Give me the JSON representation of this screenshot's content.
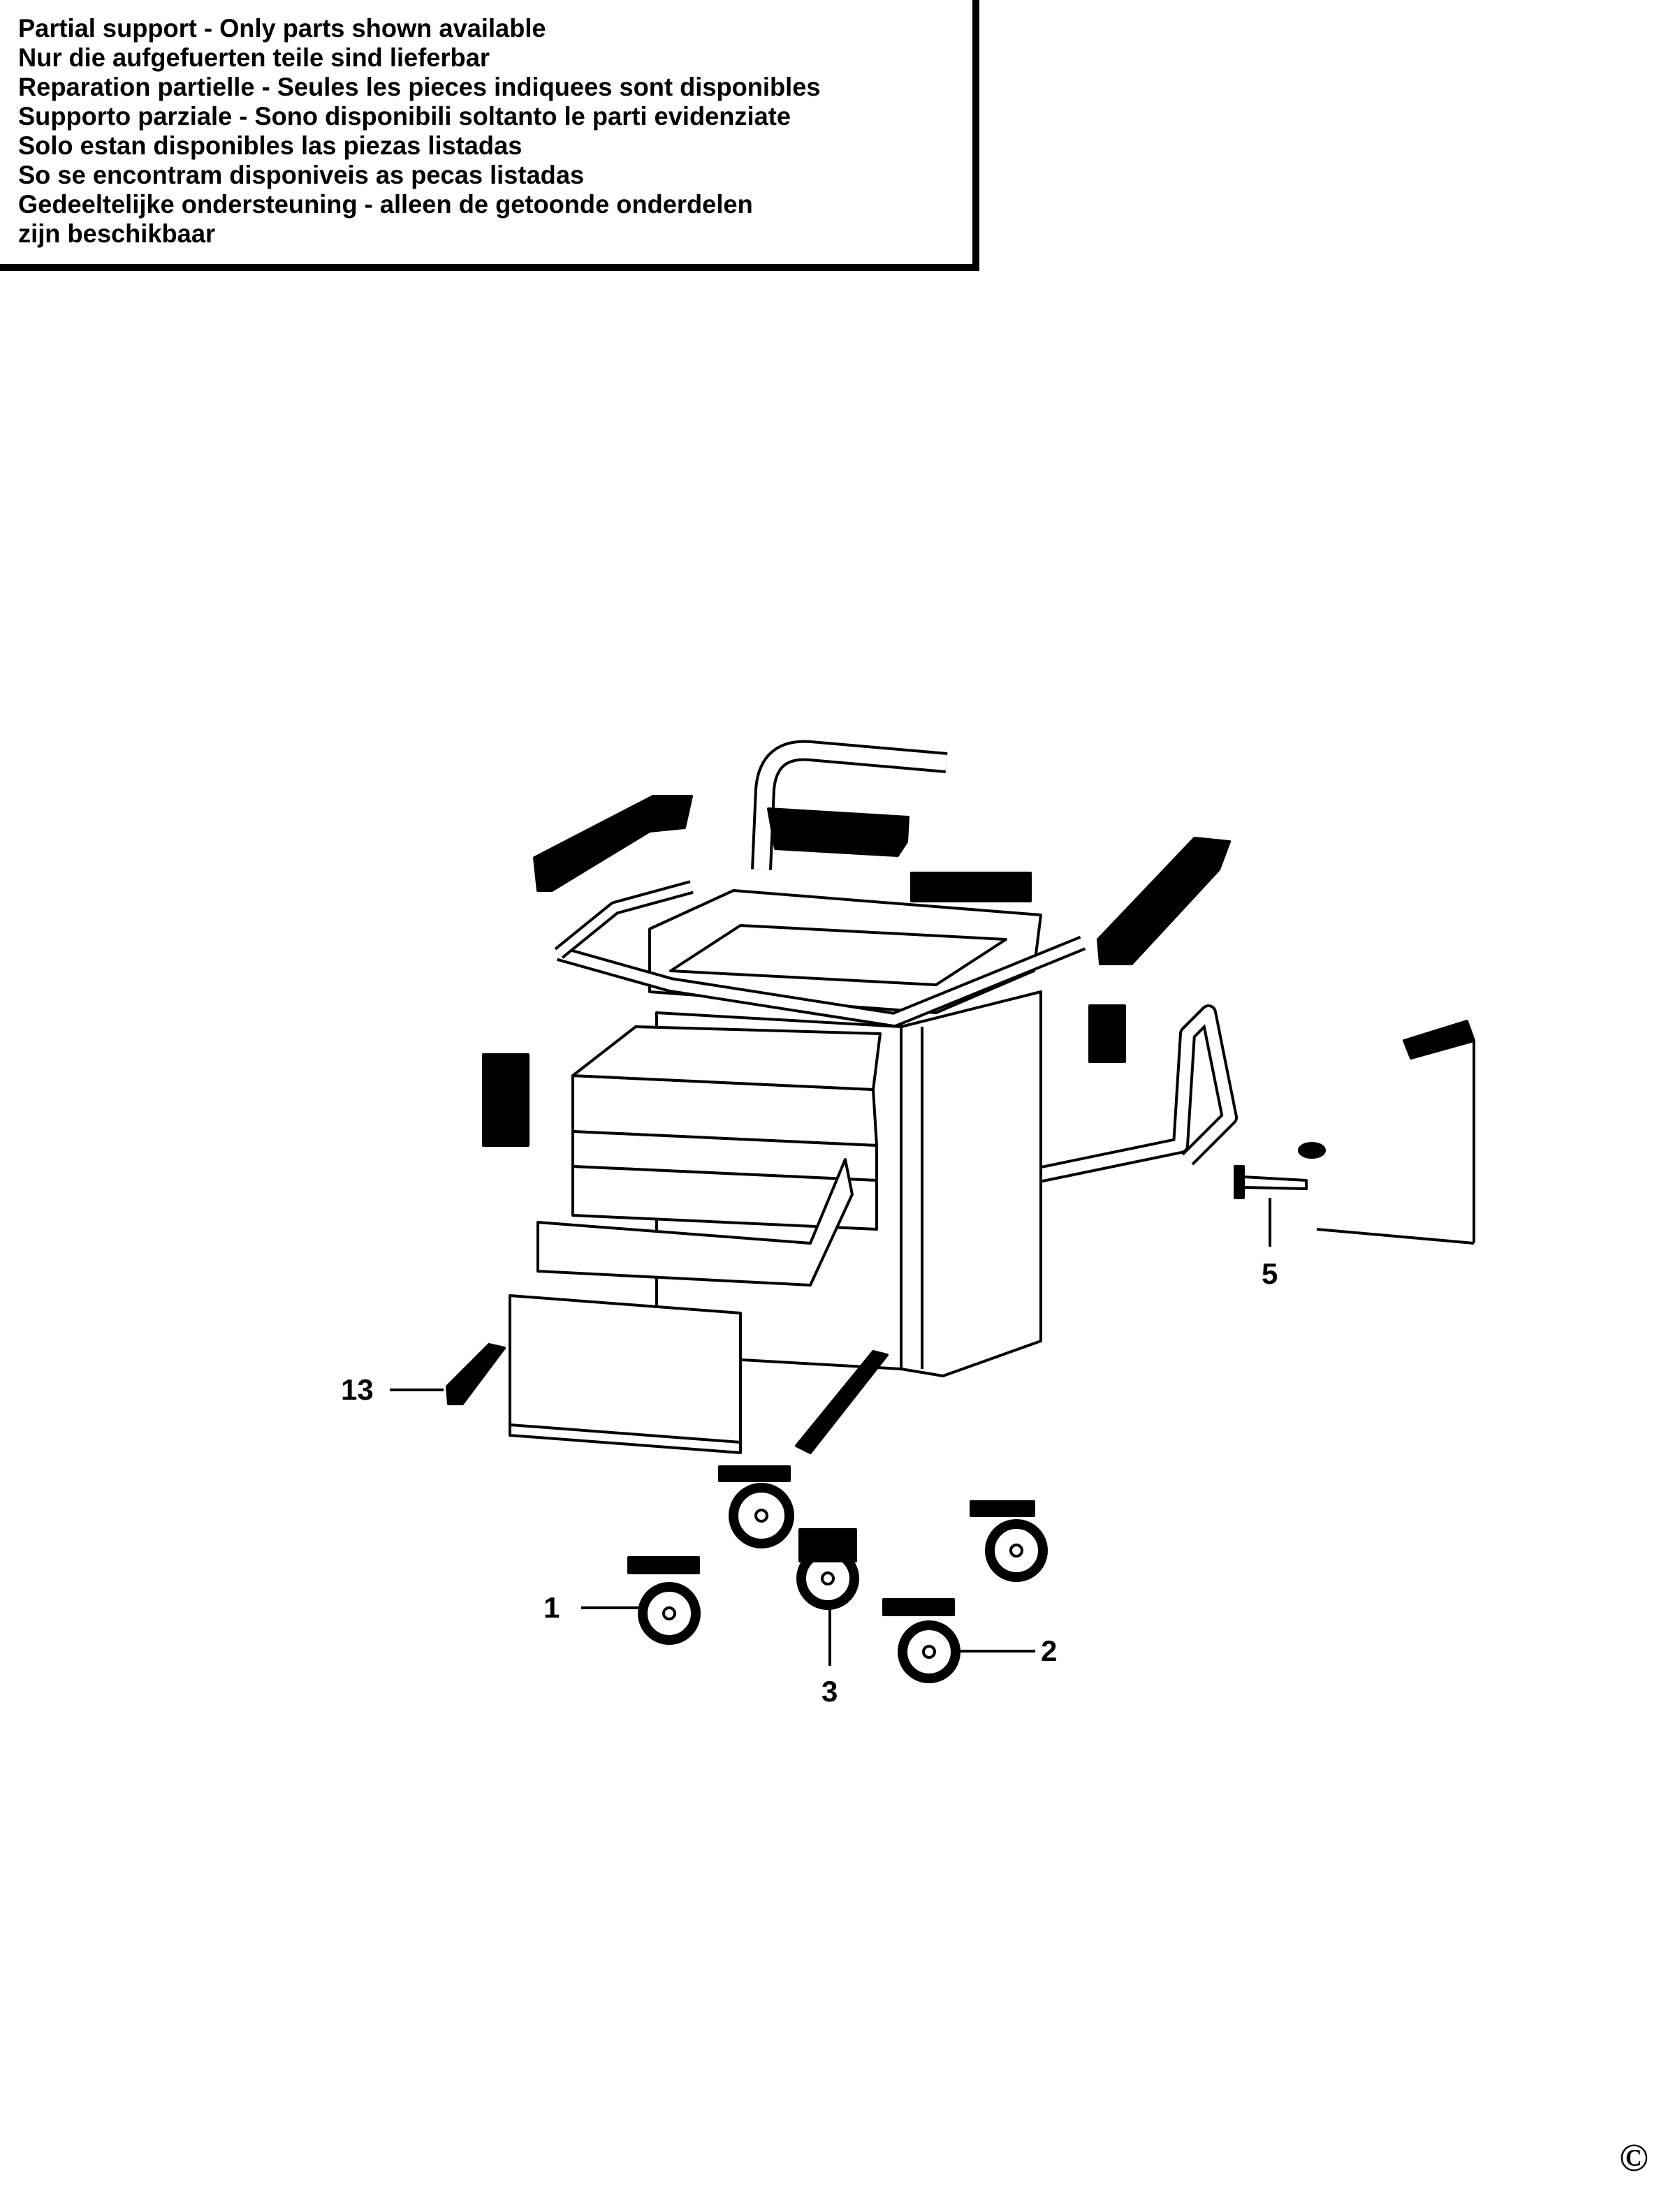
{
  "notice": {
    "lines": [
      "Partial support - Only parts shown available",
      "Nur die aufgefuerten teile sind lieferbar",
      "Reparation partielle - Seules les pieces indiquees sont disponibles",
      "Supporto parziale - Sono disponibili soltanto le parti evidenziate",
      "Solo estan disponibles las piezas listadas",
      "So se encontram disponiveis as pecas listadas",
      "Gedeeltelijke ondersteuning - alleen de getoonde onderdelen",
      "zijn beschikbaar"
    ]
  },
  "callouts": {
    "part_13": "13",
    "part_5": "5",
    "part_1": "1",
    "part_2": "2",
    "part_3": "3"
  },
  "copyright": "©"
}
